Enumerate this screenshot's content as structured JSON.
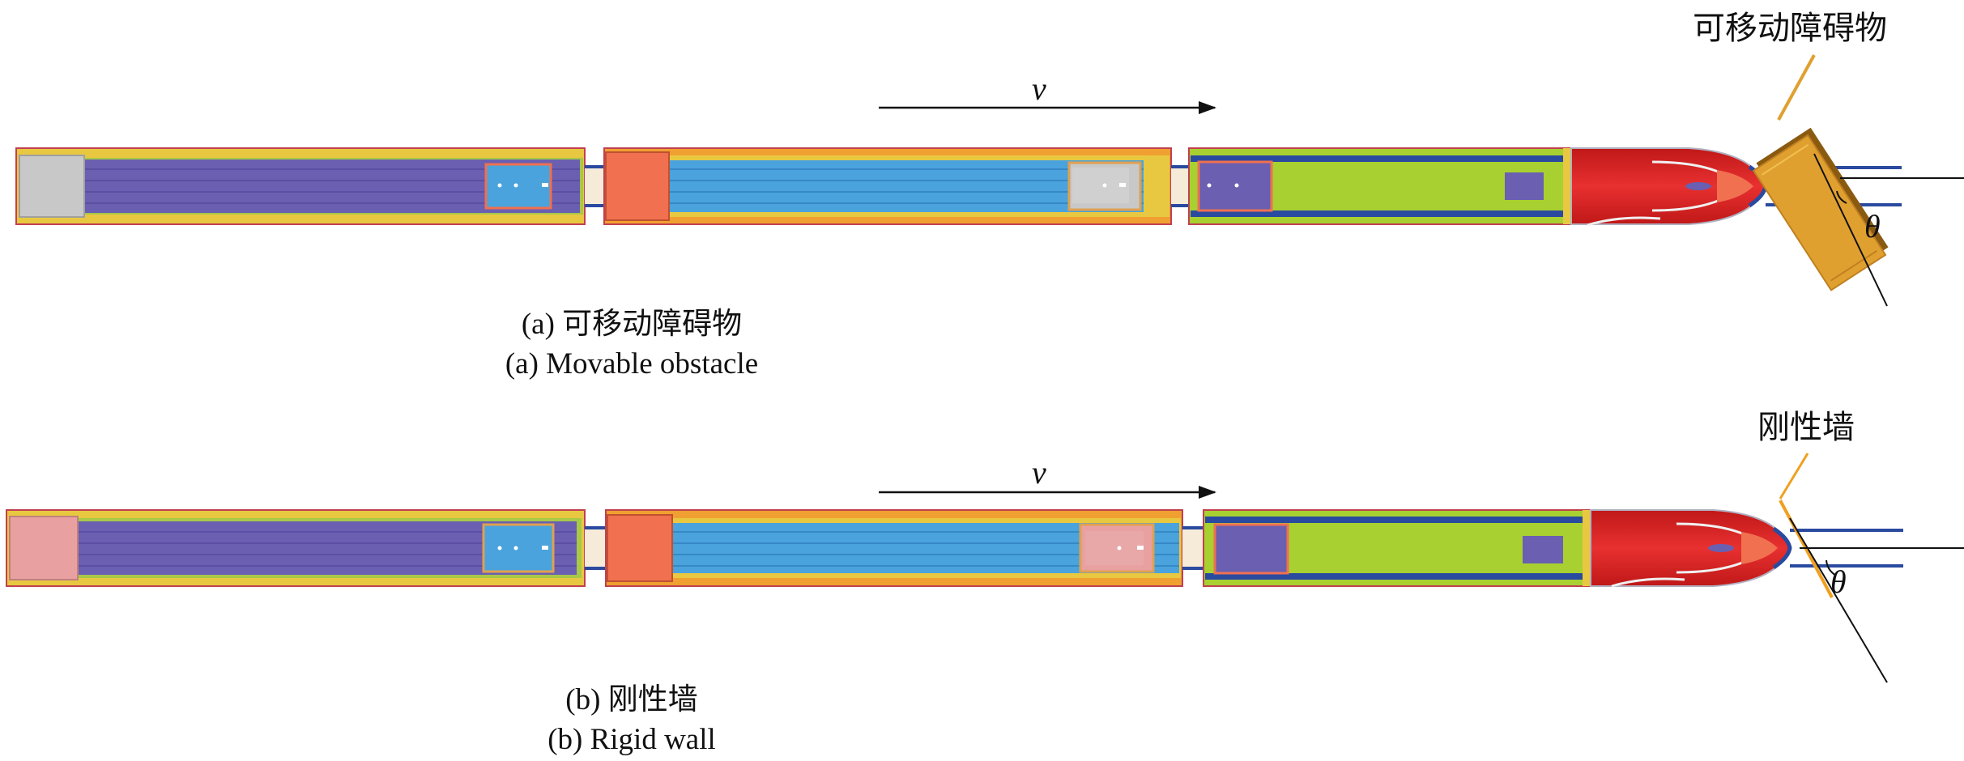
{
  "panel_a": {
    "caption_cn": "(a) 可移动障碍物",
    "caption_en": "(a) Movable obstacle",
    "obstacle_label": "可移动障碍物",
    "velocity_symbol": "v",
    "angle_symbol": "θ"
  },
  "panel_b": {
    "caption_cn": "(b) 刚性墙",
    "caption_en": "(b) Rigid wall",
    "wall_label": "刚性墙",
    "velocity_symbol": "v",
    "angle_symbol": "θ"
  },
  "colors": {
    "car_body_purple": "#6a5fb0",
    "car_body_blue": "#4aa3dc",
    "car_frame_yellow": "#e8c840",
    "car_frame_orange": "#f0a030",
    "car_body_green": "#a8d030",
    "nose_red": "#e02020",
    "end_block_orange": "#f07050",
    "end_block_grey": "#c8c8c8",
    "end_block_pink": "#e8a0a0",
    "rail_blue": "#2a4aa0",
    "obstacle_orange": "#e0a030",
    "obstacle_shadow": "#8a5a10",
    "wall_orange": "#f0a020"
  }
}
